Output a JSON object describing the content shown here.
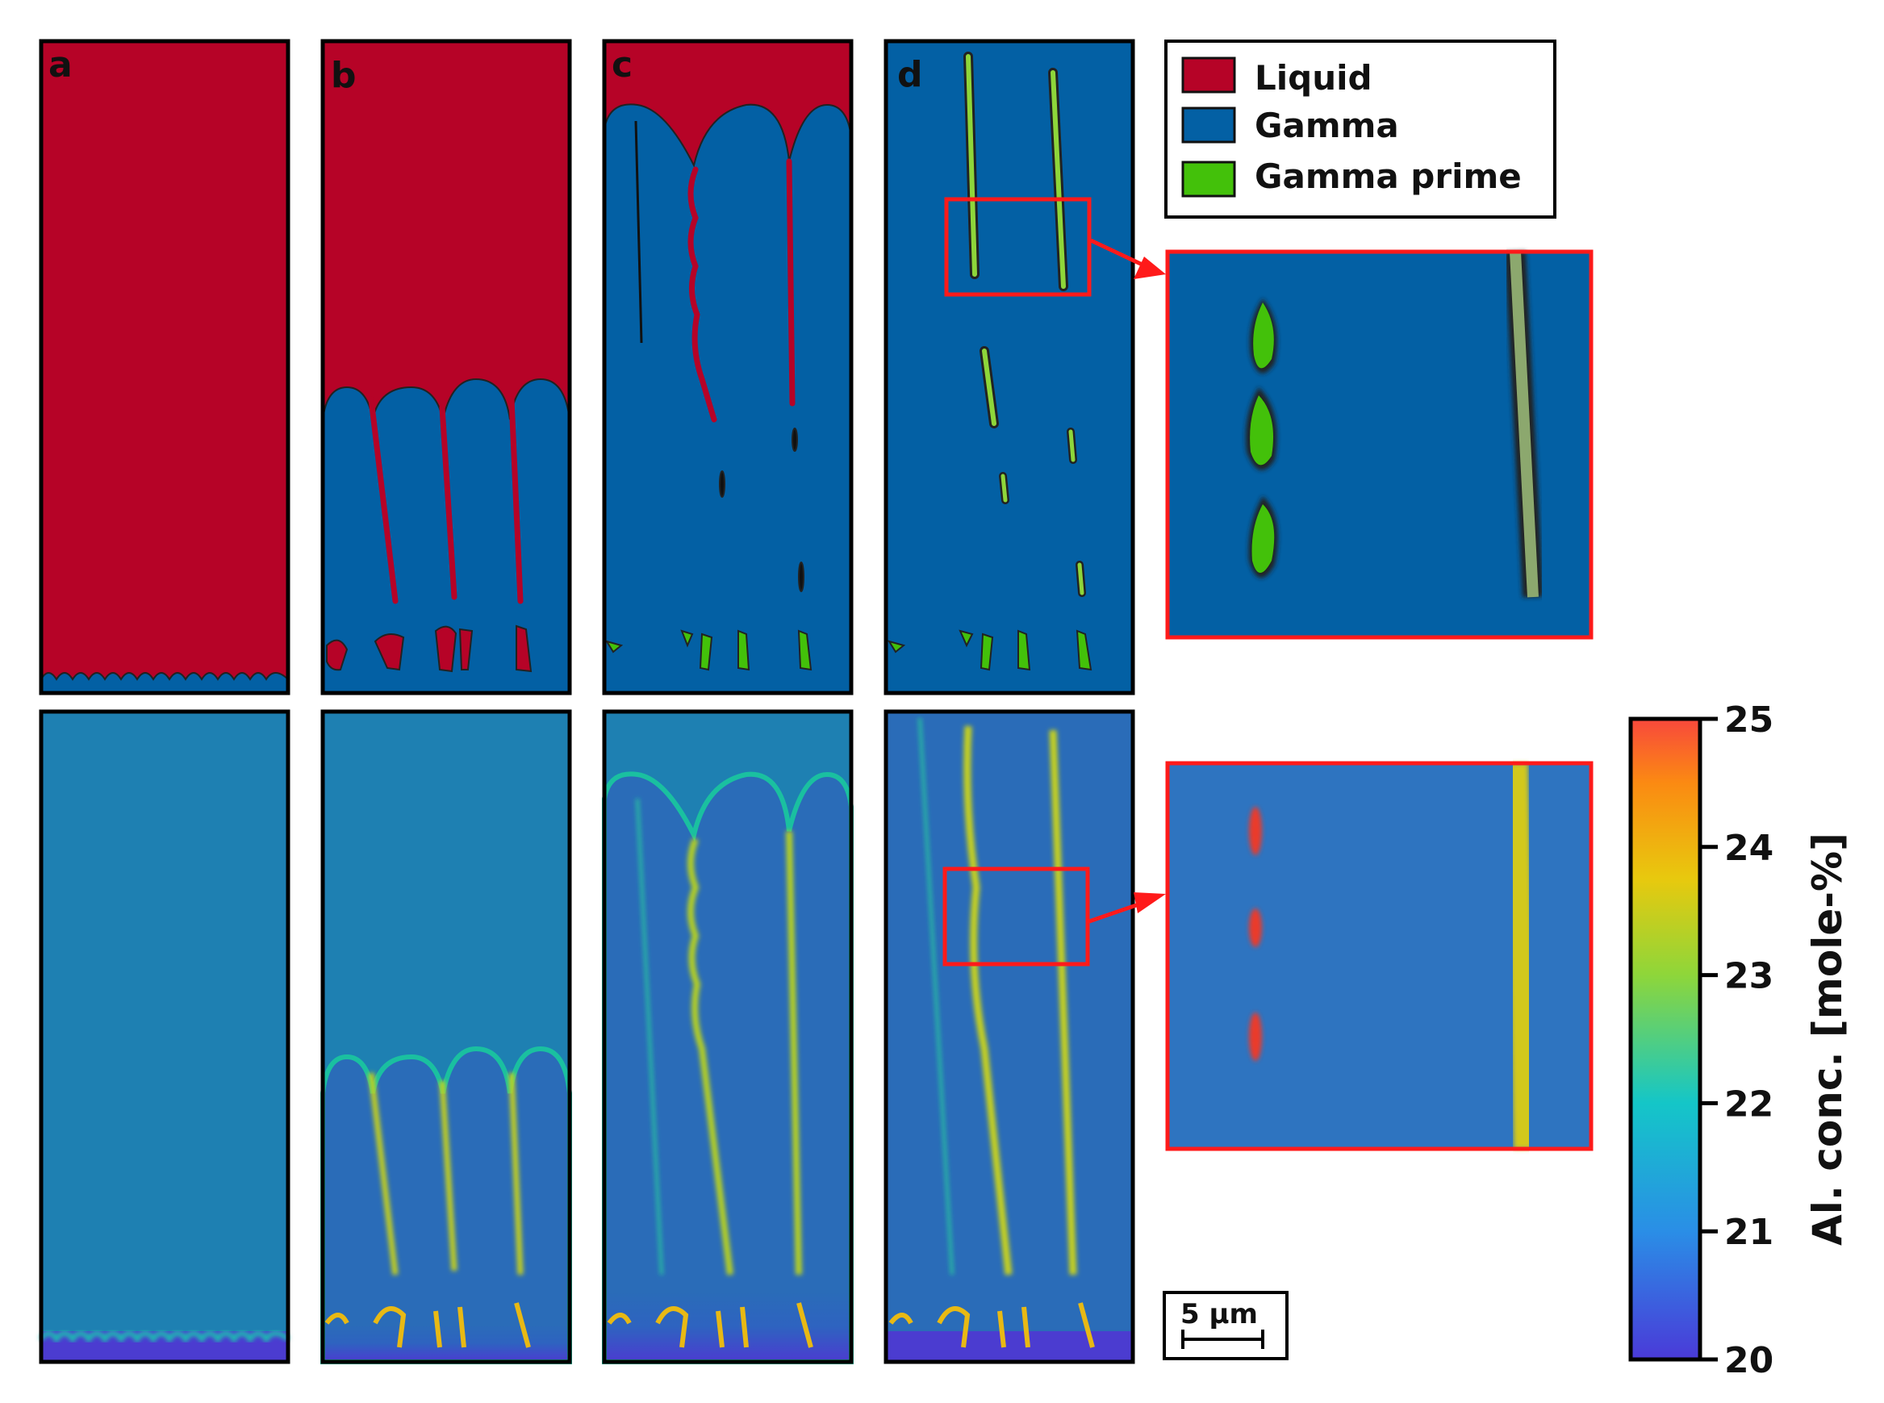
{
  "panels": {
    "a": "a",
    "b": "b",
    "c": "c",
    "d": "d"
  },
  "legend": {
    "items": [
      {
        "label": "Liquid",
        "color": "#b60327"
      },
      {
        "label": "Gamma",
        "color": "#0360a4"
      },
      {
        "label": "Gamma prime",
        "color": "#43c10a"
      }
    ]
  },
  "scale_bar": {
    "label": "5 µm"
  },
  "colorbar": {
    "label": "Al. conc. [mole-%]",
    "ticks": [
      "25",
      "24",
      "23",
      "22",
      "21",
      "20"
    ],
    "range": [
      20,
      25
    ],
    "colormap": "rainbow"
  },
  "colors": {
    "liquid": "#b60327",
    "gamma": "#0360a4",
    "gamma_prime": "#43c10a",
    "conc_background": "#1e80b2",
    "conc_solid": "#2a6cb8",
    "highlight_box": "#ff1a1a"
  }
}
